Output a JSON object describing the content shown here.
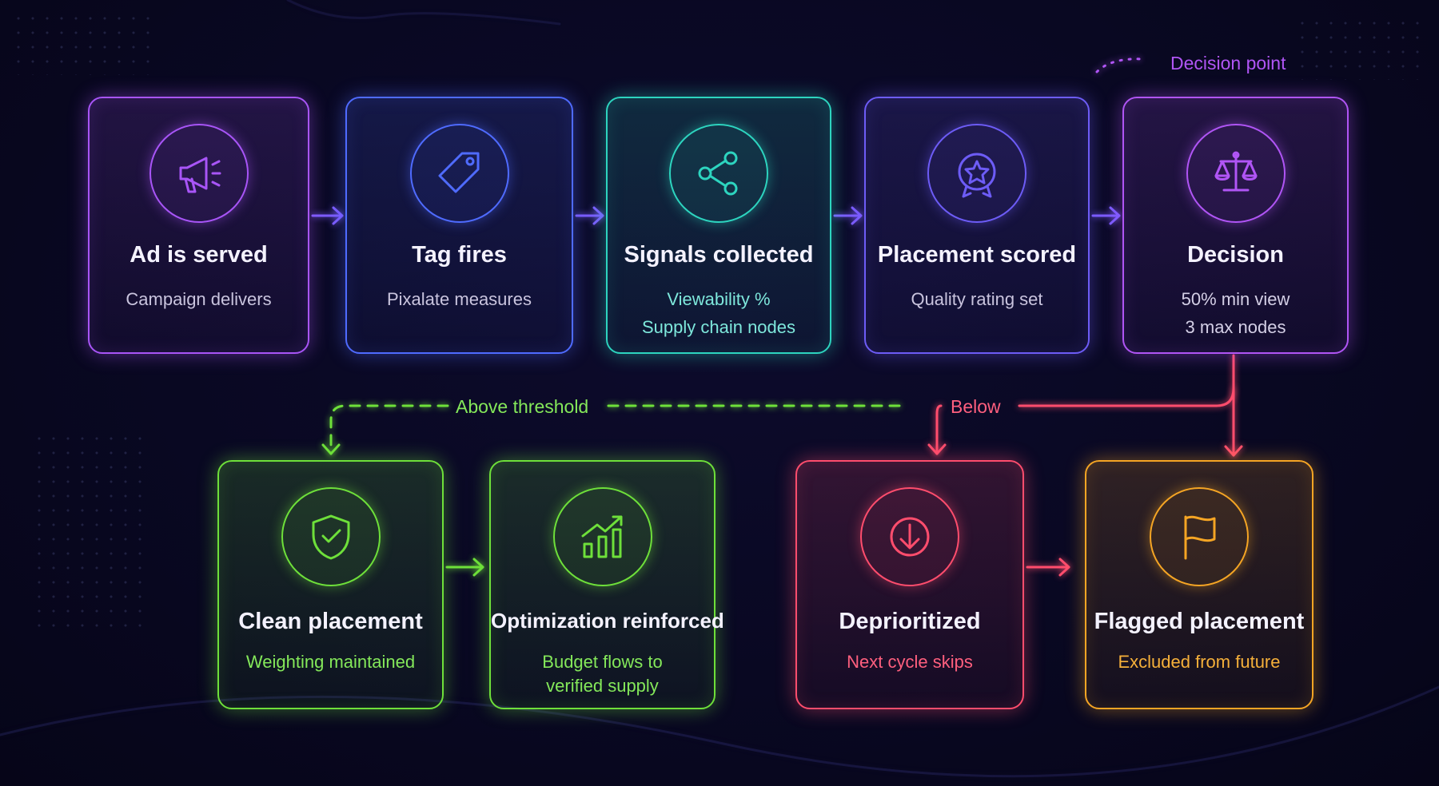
{
  "top_row": [
    {
      "id": "ad-served",
      "title": "Ad is served",
      "lines": [
        "Campaign delivers"
      ],
      "icon": "megaphone-icon",
      "color": "#a855f7",
      "sub_color": "#c9c4de"
    },
    {
      "id": "tag-fires",
      "title": "Tag fires",
      "lines": [
        "Pixalate measures"
      ],
      "icon": "tag-icon",
      "color": "#4f6bff",
      "sub_color": "#c9c4de"
    },
    {
      "id": "signals-collected",
      "title": "Signals collected",
      "lines": [
        "Viewability %",
        "Supply chain nodes"
      ],
      "icon": "share-nodes-icon",
      "color": "#2dd4bf",
      "sub_color": "#7ee8dc"
    },
    {
      "id": "placement-scored",
      "title": "Placement scored",
      "lines": [
        "Quality rating set"
      ],
      "icon": "star-badge-icon",
      "color": "#6d5cf6",
      "sub_color": "#c9c4de"
    },
    {
      "id": "decision",
      "title": "Decision",
      "lines": [
        "50% min view",
        "3 max nodes"
      ],
      "icon": "balance-scale-icon",
      "color": "#b055f5",
      "sub_color": "#d4cfe6"
    }
  ],
  "bottom_row": [
    {
      "id": "clean-placement",
      "title": "Clean placement",
      "lines": [
        "Weighting maintained"
      ],
      "icon": "shield-check-icon",
      "color": "#6ee03a",
      "sub_color": "#84e85a"
    },
    {
      "id": "optimization-reinforced",
      "title": "Optimization reinforced",
      "lines": [
        "Budget flows to",
        "verified supply"
      ],
      "icon": "bar-chart-up-icon",
      "color": "#6ee03a",
      "sub_color": "#84e85a"
    },
    {
      "id": "deprioritized",
      "title": "Deprioritized",
      "lines": [
        "Next cycle skips"
      ],
      "icon": "down-arrow-circle-icon",
      "color": "#ff4d6d",
      "sub_color": "#ff5f7e"
    },
    {
      "id": "flagged-placement",
      "title": "Flagged placement",
      "lines": [
        "Excluded from future"
      ],
      "icon": "flag-icon",
      "color": "#f5a524",
      "sub_color": "#f5b03a"
    }
  ],
  "labels": {
    "decision_point": "Decision point",
    "above_threshold": "Above threshold",
    "below": "Below"
  },
  "colors": {
    "background": "#090822",
    "above_path": "#6ee03a",
    "below_path": "#ff4d6d",
    "flow_arrow": "#7c5cff",
    "decision_point": "#b055f5"
  }
}
